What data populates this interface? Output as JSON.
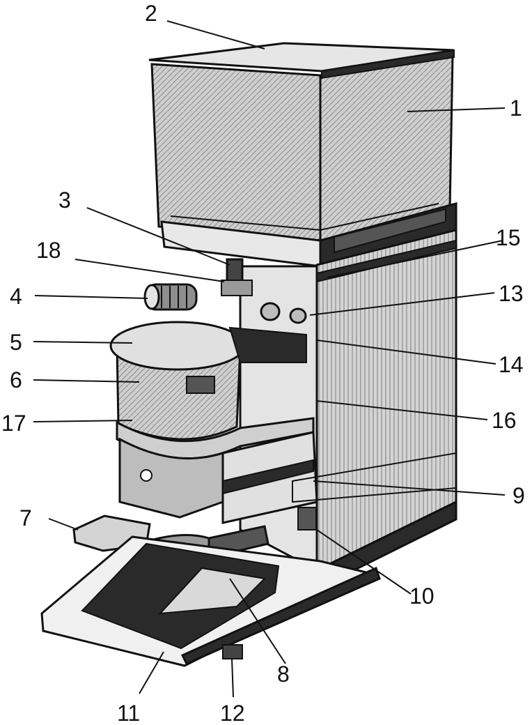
{
  "figure": {
    "subject": "coffee grinder",
    "colors": {
      "ink": "#111111",
      "paper": "#ffffff",
      "shade_light": "#d9d9d9",
      "shade_mid": "#b5b5b5",
      "shade_dark": "#2a2a2a"
    },
    "labels": {
      "l1": "1",
      "l2": "2",
      "l3": "3",
      "l4": "4",
      "l5": "5",
      "l6": "6",
      "l7": "7",
      "l8": "8",
      "l9": "9",
      "l10": "10",
      "l11": "11",
      "l12": "12",
      "l13": "13",
      "l14": "14",
      "l15": "15",
      "l16": "16",
      "l17": "17",
      "l18": "18"
    }
  }
}
